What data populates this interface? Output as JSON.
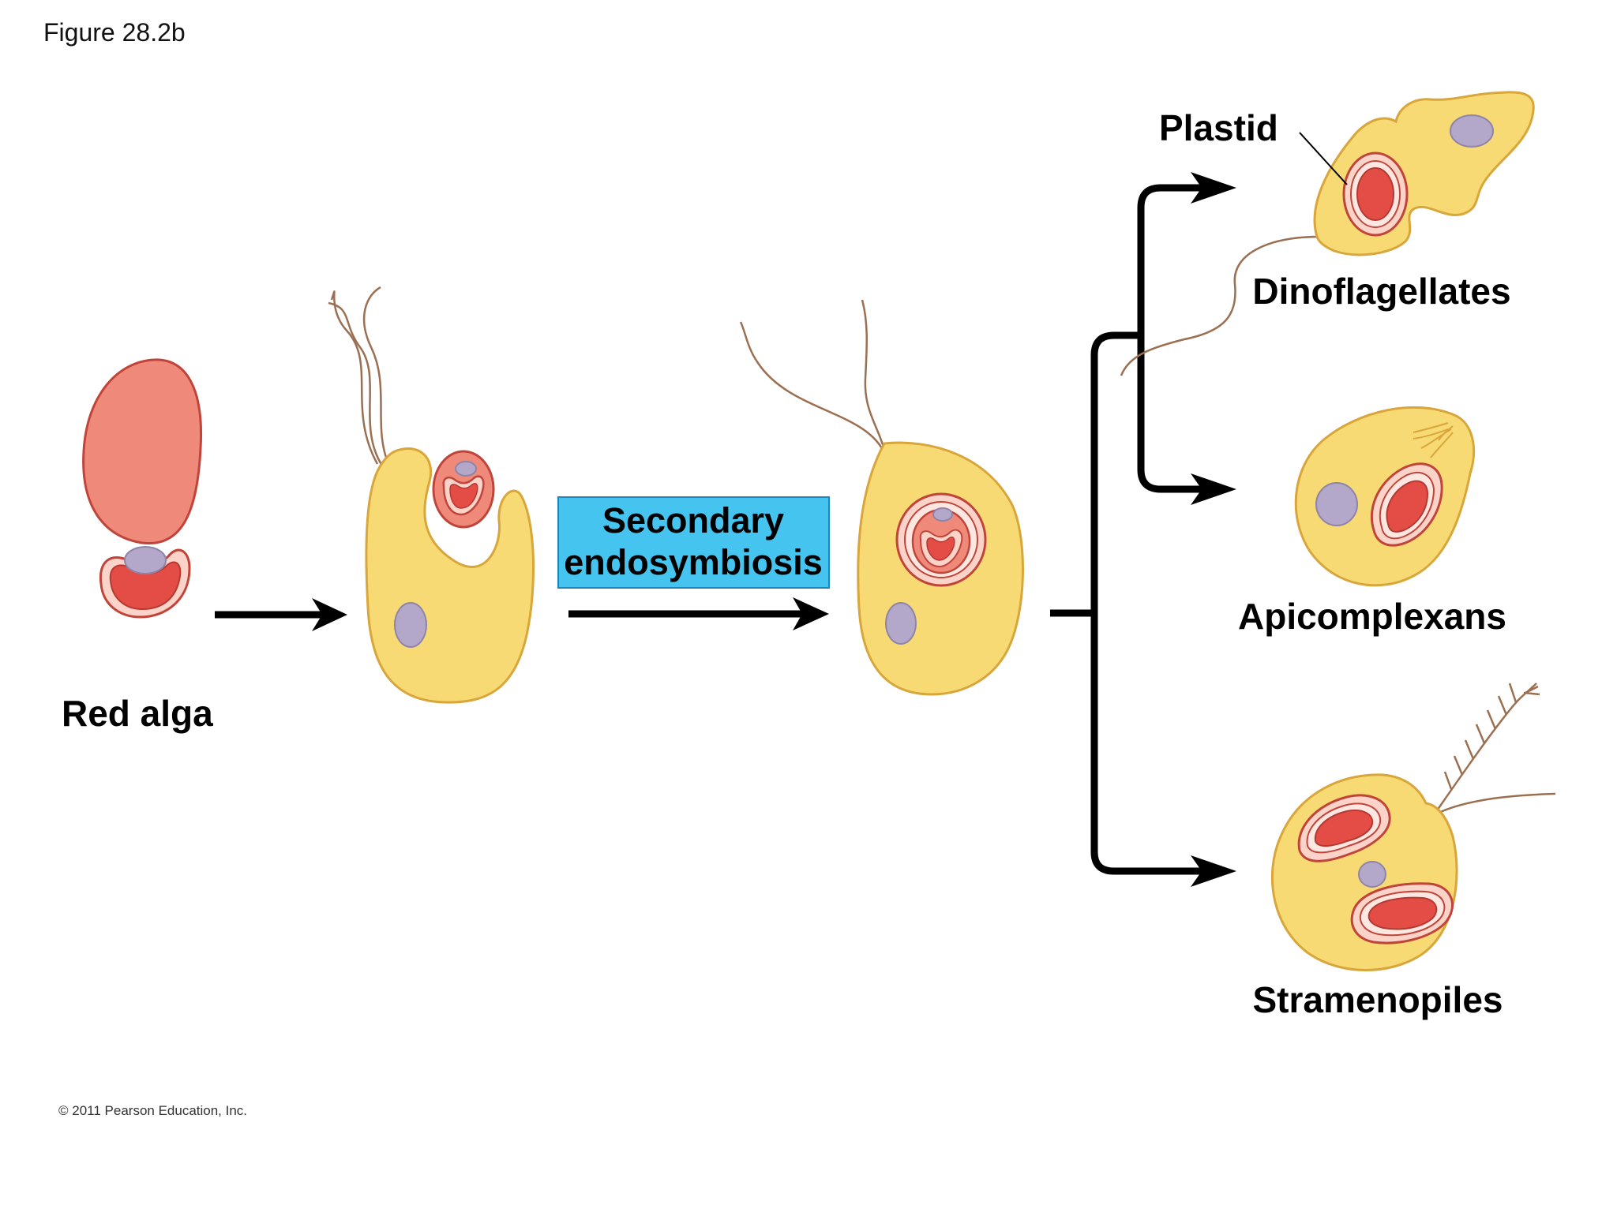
{
  "figure": {
    "title": "Figure 28.2b",
    "copyright": "© 2011 Pearson Education, Inc."
  },
  "labels": {
    "red_alga": "Red alga",
    "process_line1": "Secondary",
    "process_line2": "endosymbiosis",
    "plastid": "Plastid",
    "dinoflagellates": "Dinoflagellates",
    "apicomplexans": "Apicomplexans",
    "stramenopiles": "Stramenopiles"
  },
  "colors": {
    "cell_yellow": "#f8da74",
    "cell_yellow_edge": "#d8a63a",
    "alga_red": "#ef8a7a",
    "alga_red_edge": "#c0443a",
    "plastid_inner": "#e44d45",
    "plastid_light": "#fbd3c8",
    "nucleus": "#b3a8c9",
    "process_box": "#45c4f0",
    "flagellum": "#9b7052",
    "arrow": "#000000"
  }
}
